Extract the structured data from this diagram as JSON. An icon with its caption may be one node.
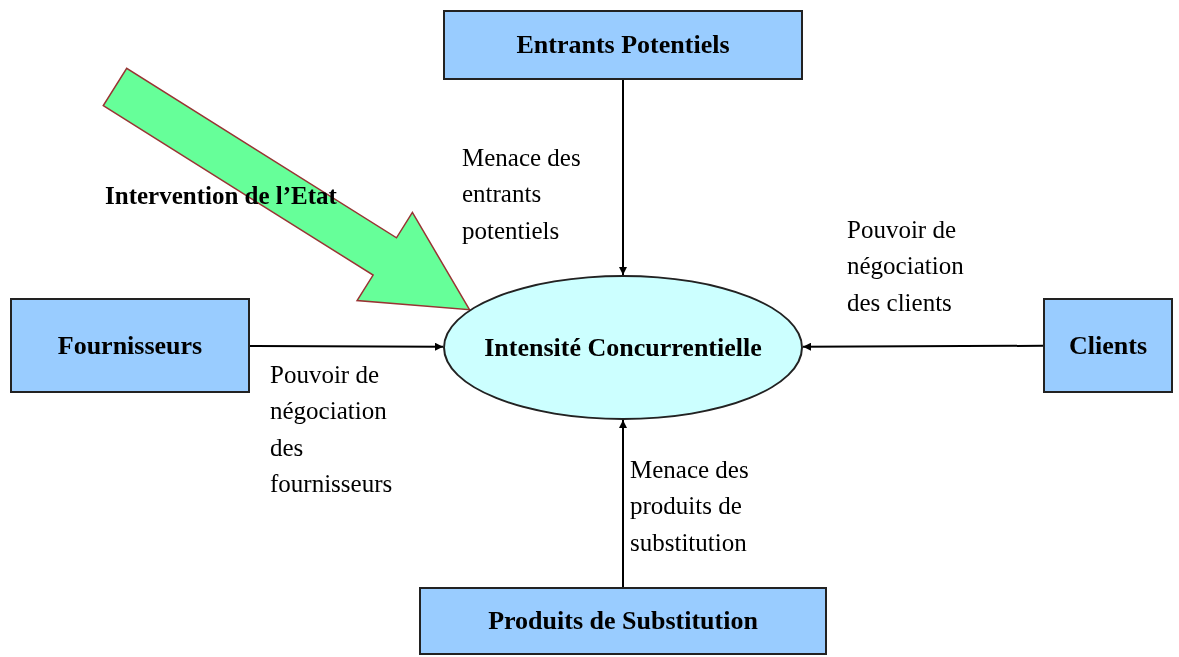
{
  "diagram": {
    "nodes": [
      {
        "text": [
          "Entrants Potentiels"
        ]
      },
      {
        "text": [
          "Fournisseurs"
        ]
      },
      {
        "text": [
          "Intensité Concurrentielle"
        ]
      },
      {
        "text": [
          "Clients"
        ]
      },
      {
        "text": [
          "Produits de Substitution"
        ]
      }
    ],
    "edges": [
      {
        "from": 0,
        "to": 2,
        "arrow": "to",
        "label": "Menace des entrants potentiels"
      },
      {
        "from": 1,
        "to": 2,
        "arrow": "to",
        "label": "Pouvoir de négociation des fournisseurs"
      },
      {
        "from": 3,
        "to": 2,
        "arrow": "to",
        "label": "Pouvoir de négociation des clients"
      },
      {
        "from": 4,
        "to": 2,
        "arrow": "to",
        "label": "Menace des produits de substitution"
      },
      {
        "from": null,
        "to": 2,
        "arrow": "to",
        "label": "Intervention de l’Etat",
        "style": "thick",
        "color": "#66ff99"
      }
    ]
  }
}
